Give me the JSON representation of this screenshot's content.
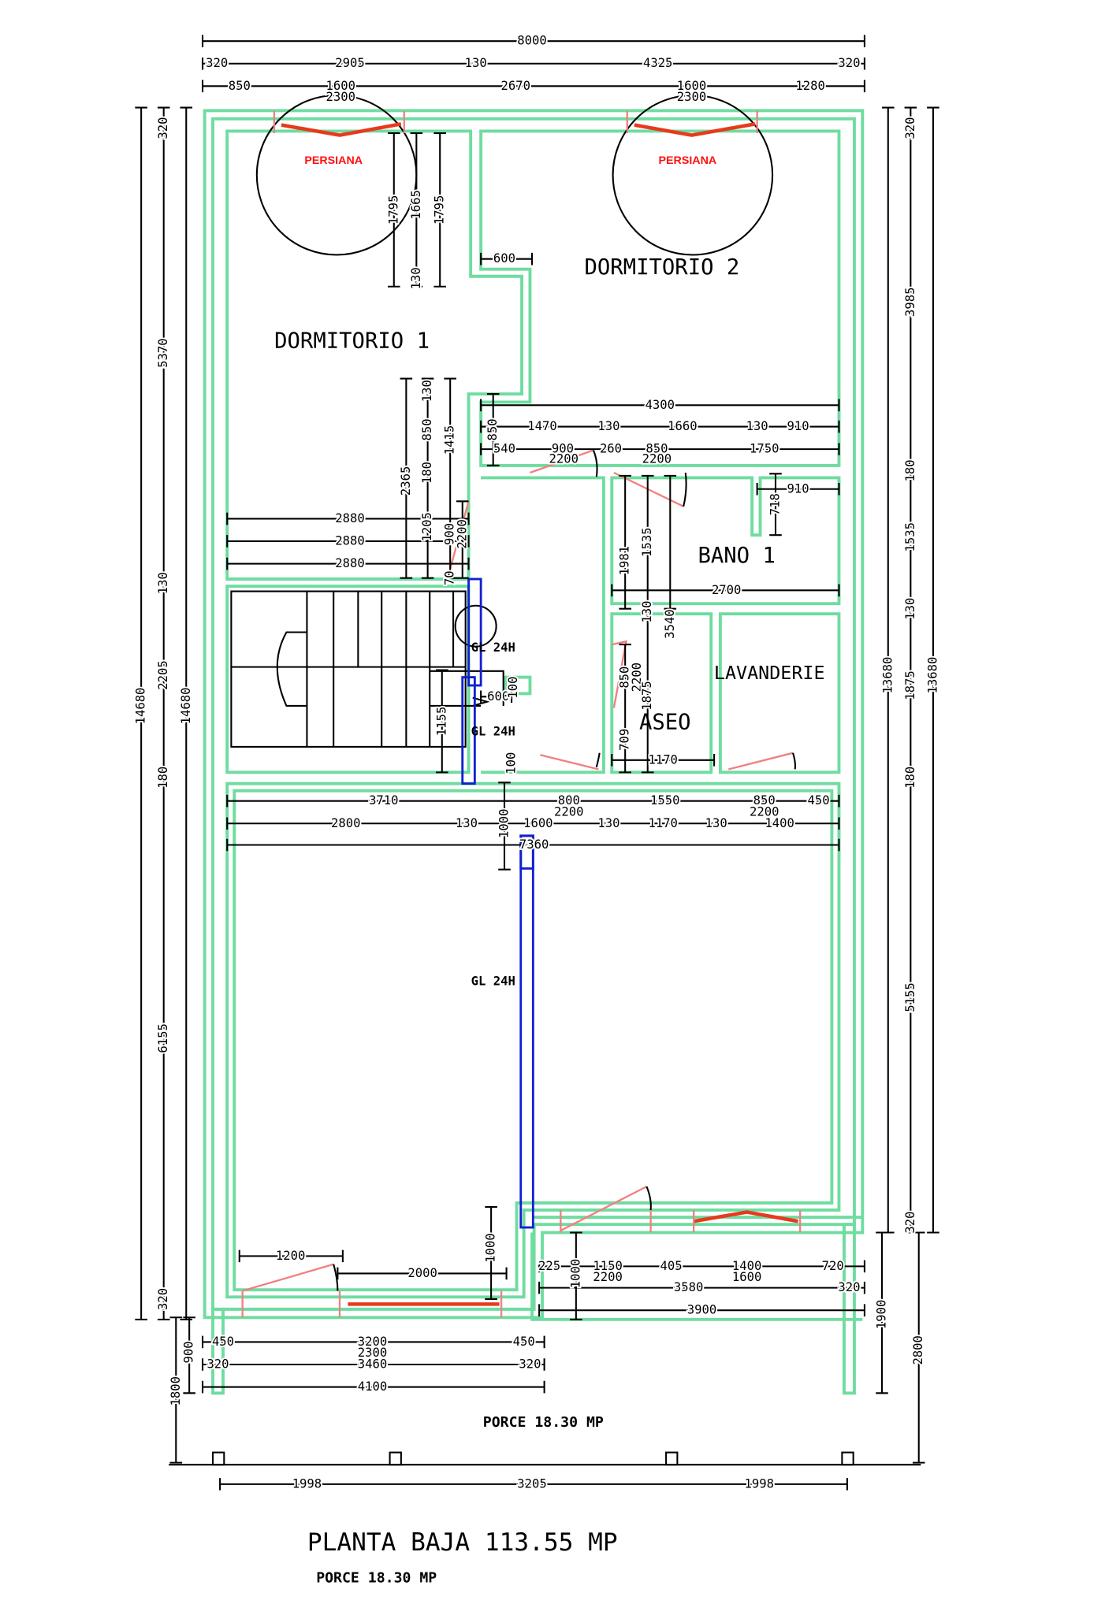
{
  "title": "PLANTA BAJA 113.55 MP",
  "subtitle": "PORCE 18.30 MP",
  "porch_label": "PORCE 18.30 MP",
  "rooms": [
    "DORMITORIO 1",
    "DORMITORIO 2",
    "BANO 1",
    "LAVANDERIE",
    "ASEO"
  ],
  "shutters": [
    "PERSIANA",
    "PERSIANA"
  ],
  "gas_lines": [
    "GL 24H",
    "GL 24H",
    "GL 24H"
  ],
  "colors": {
    "wall": "#6fdca0",
    "door": "#f08080",
    "shutter": "#e8391d",
    "gas_line": "#1020d0",
    "dimension": "#000000"
  },
  "dimensions": [
    "8000",
    "320",
    "2905",
    "130",
    "4325",
    "320",
    "850",
    "1600",
    "2300",
    "2670",
    "1600",
    "2300",
    "1280",
    "14680",
    "5370",
    "320",
    "130",
    "2205",
    "180",
    "6155",
    "320",
    "14680",
    "3985",
    "320",
    "180",
    "1535",
    "130",
    "1875",
    "180",
    "5155",
    "320",
    "13680",
    "13680",
    "1795",
    "1665",
    "1795",
    "130",
    "600",
    "4300",
    "850",
    "1470",
    "130",
    "1660",
    "130",
    "910",
    "540",
    "900",
    "2200",
    "260",
    "850",
    "2200",
    "1750",
    "910",
    "718",
    "2365",
    "850",
    "130",
    "1415",
    "180",
    "1205",
    "900",
    "2200",
    "70",
    "2880",
    "2880",
    "2880",
    "1981",
    "1535",
    "130",
    "3540",
    "2700",
    "850",
    "2200",
    "1875",
    "709",
    "1170",
    "600",
    "100",
    "1155",
    "100",
    "3710",
    "800",
    "2200",
    "1550",
    "850",
    "2200",
    "450",
    "2800",
    "130",
    "1600",
    "130",
    "1170",
    "130",
    "1400",
    "7360",
    "1000",
    "1200",
    "2000",
    "1000",
    "225",
    "1000",
    "1150",
    "2200",
    "405",
    "1400",
    "1600",
    "720",
    "3580",
    "320",
    "3900",
    "1900",
    "2800",
    "450",
    "3200",
    "2300",
    "450",
    "320",
    "3460",
    "320",
    "4100",
    "900",
    "1800",
    "1998",
    "3205",
    "1998"
  ]
}
